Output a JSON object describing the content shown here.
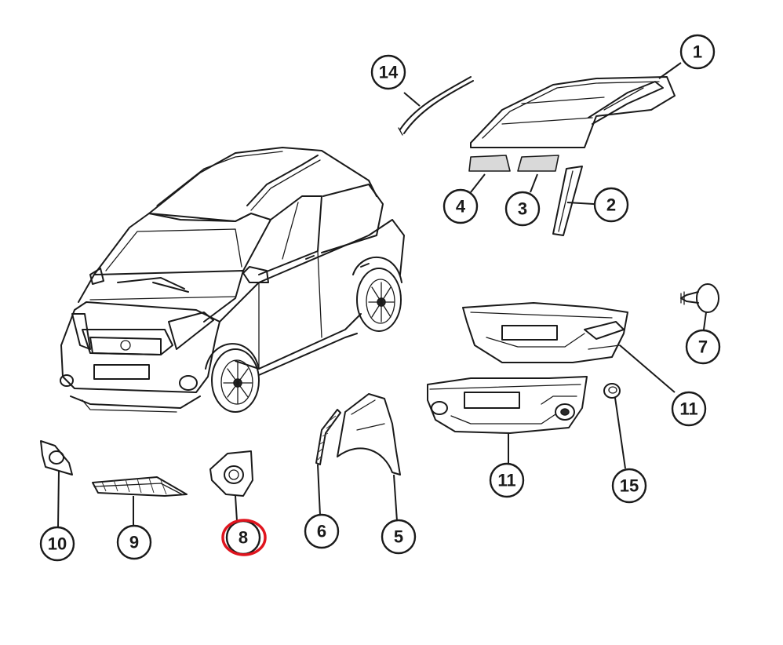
{
  "callouts": {
    "c1": "1",
    "c2": "2",
    "c3": "3",
    "c4": "4",
    "c5": "5",
    "c6": "6",
    "c7": "7",
    "c8": "8",
    "c9": "9",
    "c10": "10",
    "c11_rear": "11",
    "c11_front": "11",
    "c14": "14",
    "c15": "15"
  },
  "highlighted_part": "8",
  "colors": {
    "line": "#1a1a1a",
    "highlight": "#e0141e",
    "background": "#ffffff"
  }
}
